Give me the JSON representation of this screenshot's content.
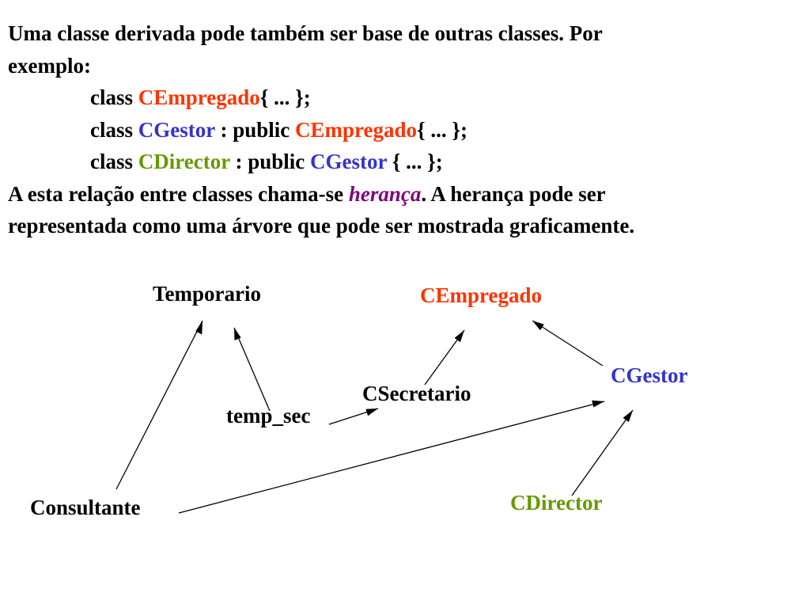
{
  "paragraph1": {
    "line1": "Uma classe derivada pode também ser base de outras classes. Por",
    "line2": "exemplo:"
  },
  "code": {
    "line1": {
      "kw": "class ",
      "name": "CEmpregado",
      "rest": "{ ... };"
    },
    "line2": {
      "kw": "class ",
      "name": "CGestor",
      "mid": " : public ",
      "base": "CEmpregado",
      "rest": "{ ... };"
    },
    "line3": {
      "kw": "class ",
      "name": "CDirector",
      "mid": " : public ",
      "base": "CGestor",
      "rest": " { ... };"
    }
  },
  "paragraph2": {
    "pre": "A esta relação entre classes chama-se ",
    "term": "herança",
    "post": ". A herança pode ser",
    "line2": "representada como uma árvore que pode ser mostrada graficamente."
  },
  "diagram": {
    "nodes": {
      "temporario": "Temporario",
      "cempregado": "CEmpregado",
      "cgestor": "CGestor",
      "csecretario": "CSecretario",
      "temp_sec": "temp_sec",
      "consultante": "Consultante",
      "cdirector": "CDirector"
    }
  },
  "colors": {
    "cempregado": "#ff3300",
    "cgestor": "#3333cc",
    "cdirector": "#669900",
    "heranca": "#800080"
  }
}
